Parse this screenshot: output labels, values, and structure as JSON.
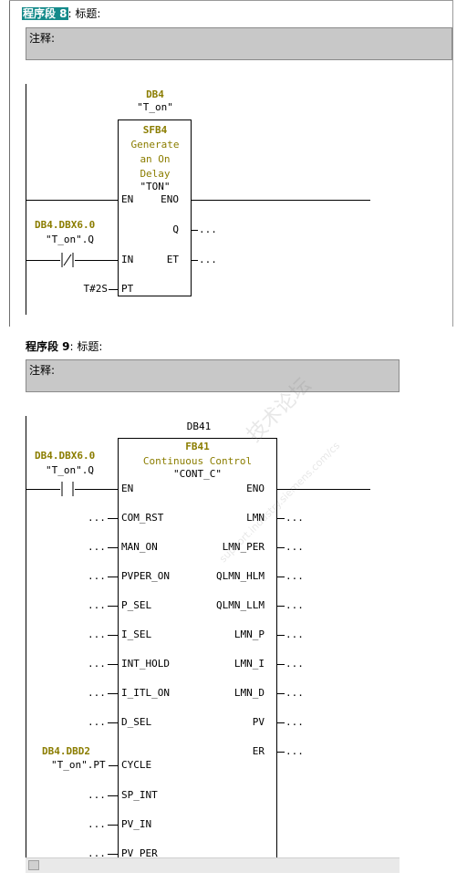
{
  "network8": {
    "number": "程序段 8",
    "title_label": ": 标题:",
    "comment_label": "注释:",
    "db_number": "DB4",
    "db_symbol": "\"T_on\"",
    "block_type": "SFB4",
    "block_desc_lines": [
      "Generate",
      "an On",
      "Delay"
    ],
    "block_symbol": "\"TON\"",
    "pins_left": [
      "EN",
      "IN",
      "PT"
    ],
    "pins_right": [
      "ENO",
      "Q",
      "ET"
    ],
    "in_operand": "DB4.DBX6.0",
    "in_symbol": "\"T_on\".Q",
    "pt_value": "T#2S",
    "dots": "..."
  },
  "network9": {
    "number": "程序段 9",
    "title_label": ": 标题:",
    "comment_label": "注释:",
    "db_number": "DB41",
    "block_type": "FB41",
    "block_desc": "Continuous Control",
    "block_symbol": "\"CONT_C\"",
    "en_operand": "DB4.DBX6.0",
    "en_symbol": "\"T_on\".Q",
    "cycle_operand": "DB4.DBD2",
    "cycle_symbol": "\"T_on\".PT",
    "pins_left": [
      "EN",
      "COM_RST",
      "MAN_ON",
      "PVPER_ON",
      "P_SEL",
      "I_SEL",
      "INT_HOLD",
      "I_ITL_ON",
      "D_SEL",
      "CYCLE",
      "SP_INT",
      "PV_IN",
      "PV_PER"
    ],
    "pins_right": [
      "ENO",
      "LMN",
      "LMN_PER",
      "QLMN_HLM",
      "QLMN_LLM",
      "LMN_P",
      "LMN_I",
      "LMN_D",
      "PV",
      "ER"
    ],
    "dots": "..."
  },
  "watermark": {
    "cn": "技术论坛",
    "url": "support.industry.siemens.com/cs"
  }
}
